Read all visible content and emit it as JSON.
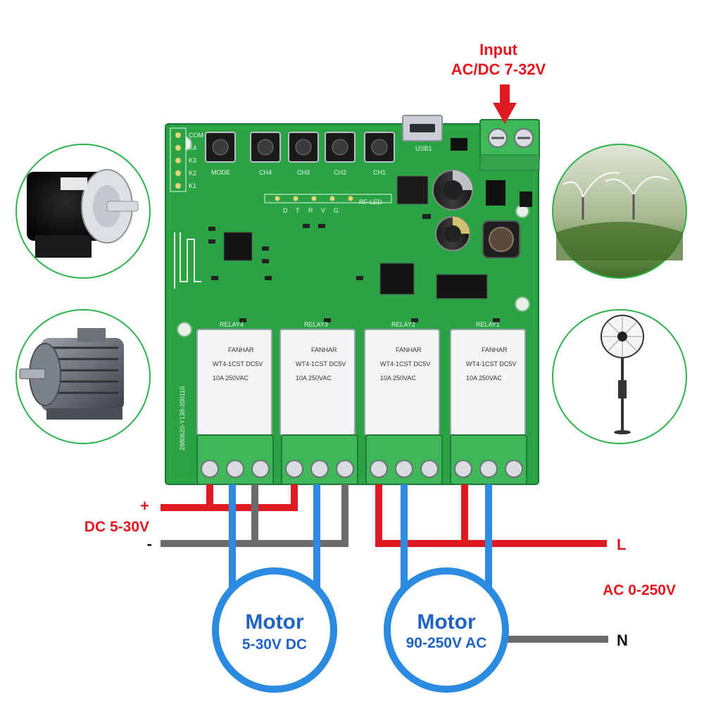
{
  "input": {
    "line1": "Input",
    "line2": "AC/DC 7-32V"
  },
  "dc_supply": {
    "plus": "+",
    "label": "DC 5-30V",
    "minus": "-"
  },
  "ac_supply": {
    "live": "L",
    "label": "AC 0-250V",
    "neutral": "N"
  },
  "motors": [
    {
      "title": "Motor",
      "spec": "5-30V DC"
    },
    {
      "title": "Motor",
      "spec": "90-250V AC"
    }
  ],
  "board": {
    "buttons": [
      "MODE",
      "CH4",
      "CH3",
      "CH2",
      "CH1"
    ],
    "header_pins": [
      "COM",
      "K4",
      "K3",
      "K2",
      "K1"
    ],
    "rf_header": [
      "G",
      "V",
      "R",
      "T",
      "D"
    ],
    "rf_led": "RF-LED",
    "usb": "USB1",
    "relay_labels": [
      "RELAY4",
      "RELAY3",
      "RELAY2",
      "RELAY1"
    ],
    "relay_brand": "FANHAR",
    "relay_model": "WT4-1CST DC5V",
    "relay_rating": "10A 250VAC",
    "pcb_id": "2880620-Y138-200110"
  },
  "colors": {
    "pcb": "#2aa344",
    "terminal": "#3fb85a",
    "wire_red": "#e01a22",
    "wire_blue": "#2b8be0",
    "wire_gray": "#6b6b6b",
    "motor_blue": "#1f63c6",
    "label_red": "#e8141c"
  },
  "icons": [
    "dc-motor-icon",
    "ac-motor-icon",
    "sprinkler-icon",
    "fan-icon"
  ]
}
